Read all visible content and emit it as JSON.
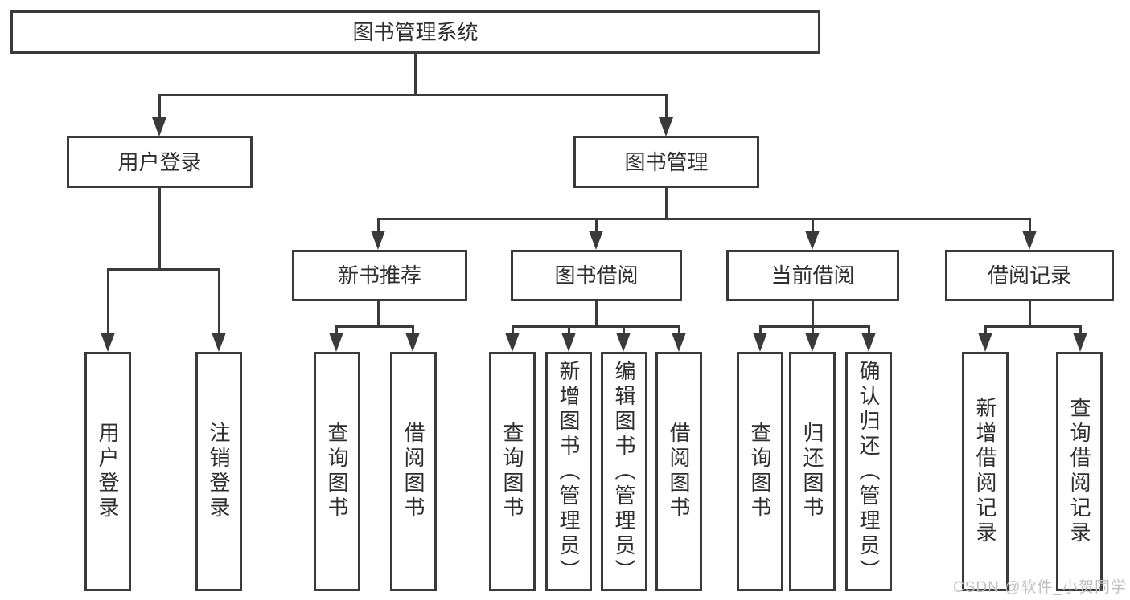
{
  "diagram": {
    "title_node": {
      "label": "图书管理系统"
    },
    "root": {
      "label": "图书管理系统"
    },
    "level2": [
      {
        "label": "用户登录"
      },
      {
        "label": "图书管理"
      }
    ],
    "level3": [
      {
        "label": "新书推荐",
        "parent": "图书管理"
      },
      {
        "label": "图书借阅",
        "parent": "图书管理"
      },
      {
        "label": "当前借阅",
        "parent": "图书管理"
      },
      {
        "label": "借阅记录",
        "parent": "图书管理"
      }
    ],
    "leaves": [
      {
        "label": "用户登录",
        "parent": "用户登录"
      },
      {
        "label": "注销登录",
        "parent": "用户登录"
      },
      {
        "label": "查询图书",
        "parent": "新书推荐"
      },
      {
        "label": "借阅图书",
        "parent": "新书推荐"
      },
      {
        "label": "查询图书",
        "parent": "图书借阅"
      },
      {
        "label": "新增图书（管理员）",
        "parent": "图书借阅"
      },
      {
        "label": "编辑图书（管理员）",
        "parent": "图书借阅"
      },
      {
        "label": "借阅图书",
        "parent": "图书借阅"
      },
      {
        "label": "查询图书",
        "parent": "当前借阅"
      },
      {
        "label": "归还图书",
        "parent": "当前借阅"
      },
      {
        "label": "确认归还（管理员）",
        "parent": "当前借阅"
      },
      {
        "label": "新增借阅记录",
        "parent": "借阅记录"
      },
      {
        "label": "查询借阅记录",
        "parent": "借阅记录"
      }
    ]
  },
  "watermark": "CSDN @软件_小贺同学",
  "colors": {
    "line": "#3a3a3a",
    "text": "#2e2e2e",
    "watermark": "#c0c0c0",
    "background": "#ffffff"
  }
}
